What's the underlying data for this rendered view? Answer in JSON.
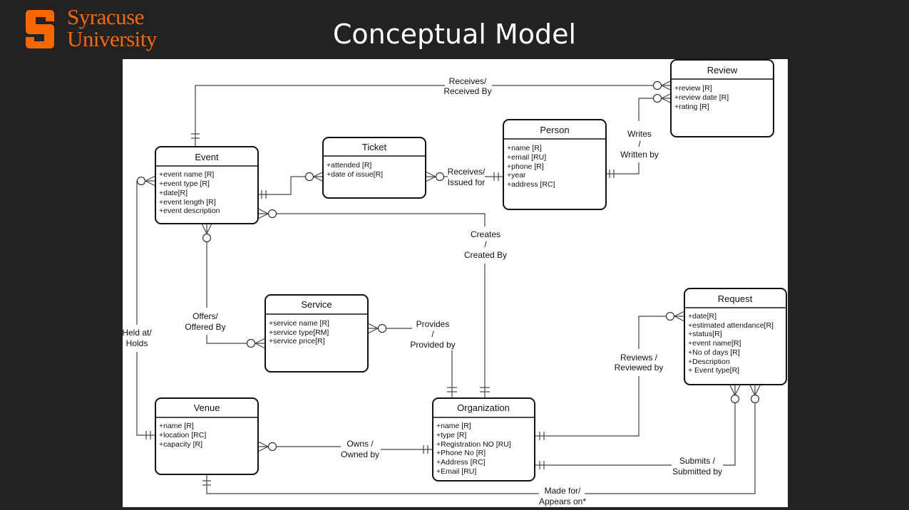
{
  "header": {
    "logo_line1": "Syracuse",
    "logo_line2": "University",
    "title": "Conceptual Model"
  },
  "colors": {
    "brand_orange": "#F76900",
    "background": "#222222"
  },
  "entities": {
    "review": {
      "title": "Review",
      "attrs": [
        "+review [R]",
        "+review date [R]",
        "+rating [R]"
      ]
    },
    "event": {
      "title": "Event",
      "attrs": [
        "+event name [R]",
        "+event type [R]",
        "+date[R]",
        "+event length [R]",
        "+event description"
      ]
    },
    "ticket": {
      "title": "Ticket",
      "attrs": [
        "+attended [R]",
        "+date of issue[R]"
      ]
    },
    "person": {
      "title": "Person",
      "attrs": [
        "+name [R]",
        "+email [RU]",
        "+phone [R]",
        "+year",
        "+address [RC]"
      ]
    },
    "service": {
      "title": "Service",
      "attrs": [
        "+service name [R]",
        "+service type[RM]",
        "+service price[R]"
      ]
    },
    "request": {
      "title": "Request",
      "attrs": [
        "+date[R]",
        "+estimated attendance[R]",
        "+status[R]",
        "+event name[R]",
        "+No of days [R]",
        "+Description",
        "+ Event type[R]"
      ]
    },
    "venue": {
      "title": "Venue",
      "attrs": [
        "+name [R]",
        "+location [RC]",
        "+capacity [R]"
      ]
    },
    "organization": {
      "title": "Organization",
      "attrs": [
        "+name [R]",
        "+type [R]",
        "+Registration NO [RU]",
        "+Phone No [R]",
        "+Address [RC]",
        "+Email [RU]"
      ]
    }
  },
  "relationships": {
    "receives_received_by": [
      "Receives/",
      "Received By"
    ],
    "writes_written_by": [
      "Writes",
      "/",
      "Written by"
    ],
    "receives_issued_for": [
      "Receives/",
      "Issued for"
    ],
    "creates_created_by": [
      "Creates",
      "/",
      "Created By"
    ],
    "offers_offered_by": [
      "Offers/",
      "Offered By"
    ],
    "held_at_holds": [
      "Held at/",
      "Holds"
    ],
    "provides_provided_by": [
      "Provides",
      "/",
      "Provided by"
    ],
    "reviews_reviewed_by": [
      "Reviews /",
      "Reviewed by"
    ],
    "owns_owned_by": [
      "Owns /",
      "Owned by"
    ],
    "submits_submitted_by": [
      "Submits /",
      "Submitted by"
    ],
    "made_for_appears_on": [
      "Made for/",
      "Appears on*"
    ]
  }
}
